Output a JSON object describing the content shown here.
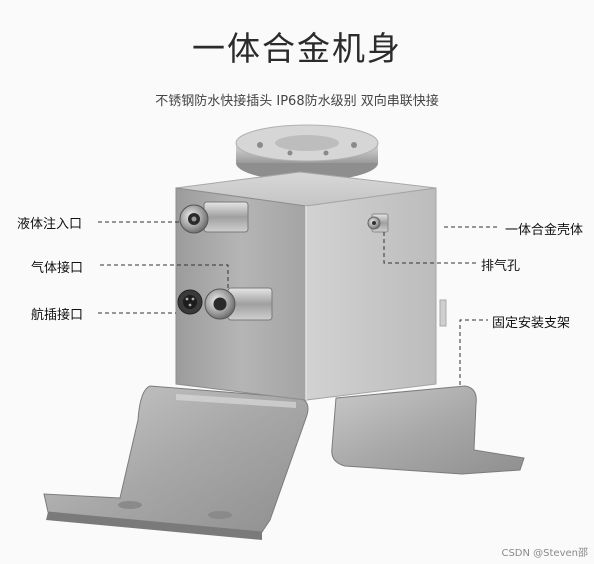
{
  "header": {
    "title": "一体合金机身",
    "subtitle": "不锈钢防水快接插头 IP68防水级别 双向串联快接"
  },
  "callouts": {
    "liquid_inlet": "液体注入口",
    "gas_port": "气体接口",
    "aviation_plug_port": "航插接口",
    "alloy_shell": "一体合金壳体",
    "vent_hole": "排气孔",
    "mounting_bracket": "固定安装支架"
  },
  "watermark": "CSDN @Steven邵"
}
